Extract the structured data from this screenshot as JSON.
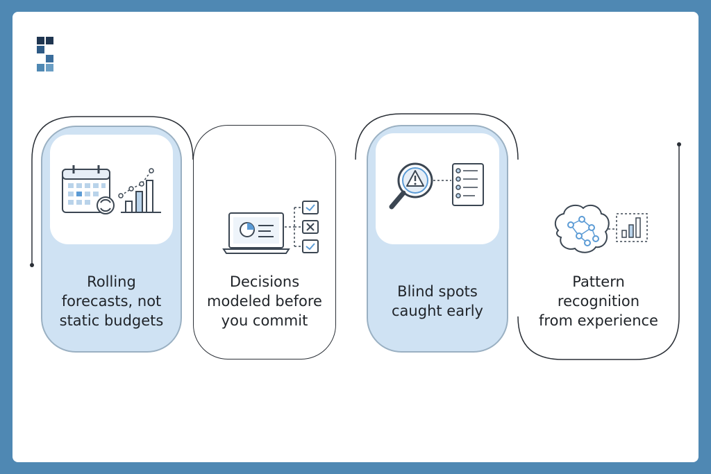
{
  "brand": {
    "logo_icon": "stacked-blocks-logo-icon"
  },
  "colors": {
    "frame": "#4f88b3",
    "card_fill": "#cfe2f3",
    "accent": "#5b9bd5",
    "line": "#2a2f36"
  },
  "steps": [
    {
      "label": "Rolling\nforecasts, not\nstatic budgets",
      "icon": "calendar-chart-icon",
      "style": "filled"
    },
    {
      "label": "Decisions\nmodeled before\nyou commit",
      "icon": "laptop-checklist-icon",
      "style": "plain"
    },
    {
      "label": "Blind spots\ncaught early",
      "icon": "magnifier-warning-icon",
      "style": "filled"
    },
    {
      "label": "Pattern\nrecognition\nfrom experience",
      "icon": "brain-network-icon",
      "style": "plain"
    }
  ]
}
